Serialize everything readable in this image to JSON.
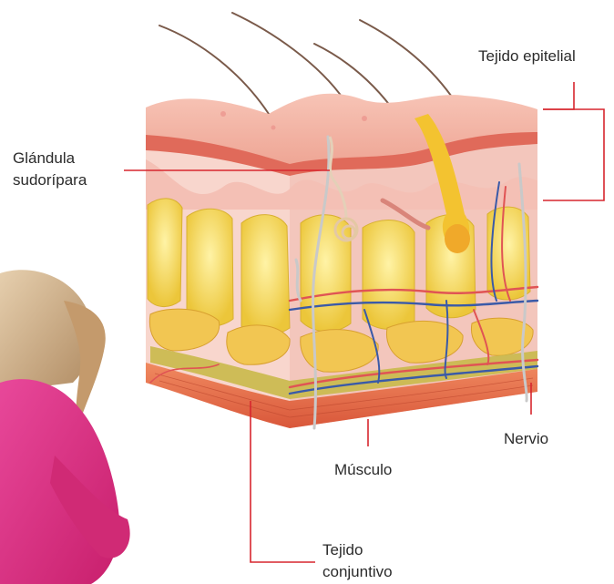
{
  "labels": {
    "epithelial": "Tejido epitelial",
    "sweat_gland_line1": "Glándula",
    "sweat_gland_line2": "sudorípara",
    "nerve": "Nervio",
    "muscle": "Músculo",
    "connective_line1": "Tejido",
    "connective_line2": "conjuntivo"
  },
  "colors": {
    "leader_line": "#d7262e",
    "epidermis": "#f2b3a8",
    "dermis": "#f6c9c0",
    "fat": "#f5d64a",
    "muscle": "#e8704f",
    "artery": "#e05454",
    "vein": "#3a5aa8",
    "nerve": "#d8d8d8",
    "shirt": "#e0337f",
    "hair": "#caa884"
  }
}
